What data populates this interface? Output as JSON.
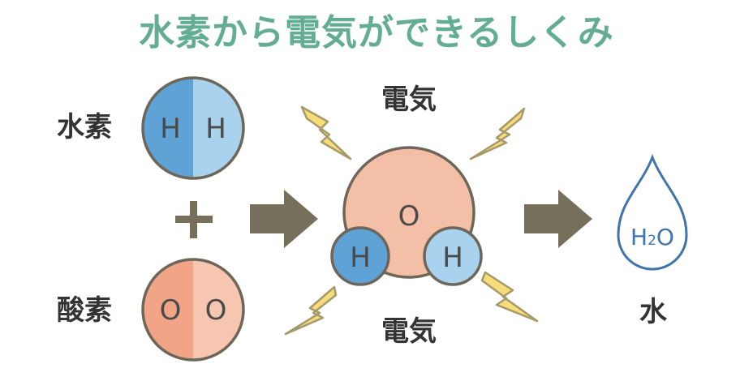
{
  "title": "水素から電気ができるしくみ",
  "labels": {
    "hydrogen": "水素",
    "oxygen": "酸素",
    "plus": "+",
    "electricity_top": "電気",
    "electricity_bottom": "電気",
    "water": "水"
  },
  "atoms": {
    "hydrogen_left": "H",
    "hydrogen_right": "H",
    "oxygen_left": "O",
    "oxygen_right": "O",
    "molecule_o": "O",
    "molecule_h_left": "H",
    "molecule_h_right": "H"
  },
  "drop": {
    "h": "H",
    "sub": "2",
    "o": "O"
  },
  "colors": {
    "title": "#62ad93",
    "hydrogen_dark": "#5fa3d6",
    "hydrogen_light": "#a8d2ee",
    "oxygen_dark": "#f2a487",
    "oxygen_light": "#f7c6b0",
    "molecule": "#f4bfa7",
    "outline": "#6e6658",
    "arrow": "#756f5c",
    "bolt_fill": "#f7dc7a",
    "bolt_stroke": "#a59a6a",
    "drop_stroke": "#3f74ac"
  }
}
